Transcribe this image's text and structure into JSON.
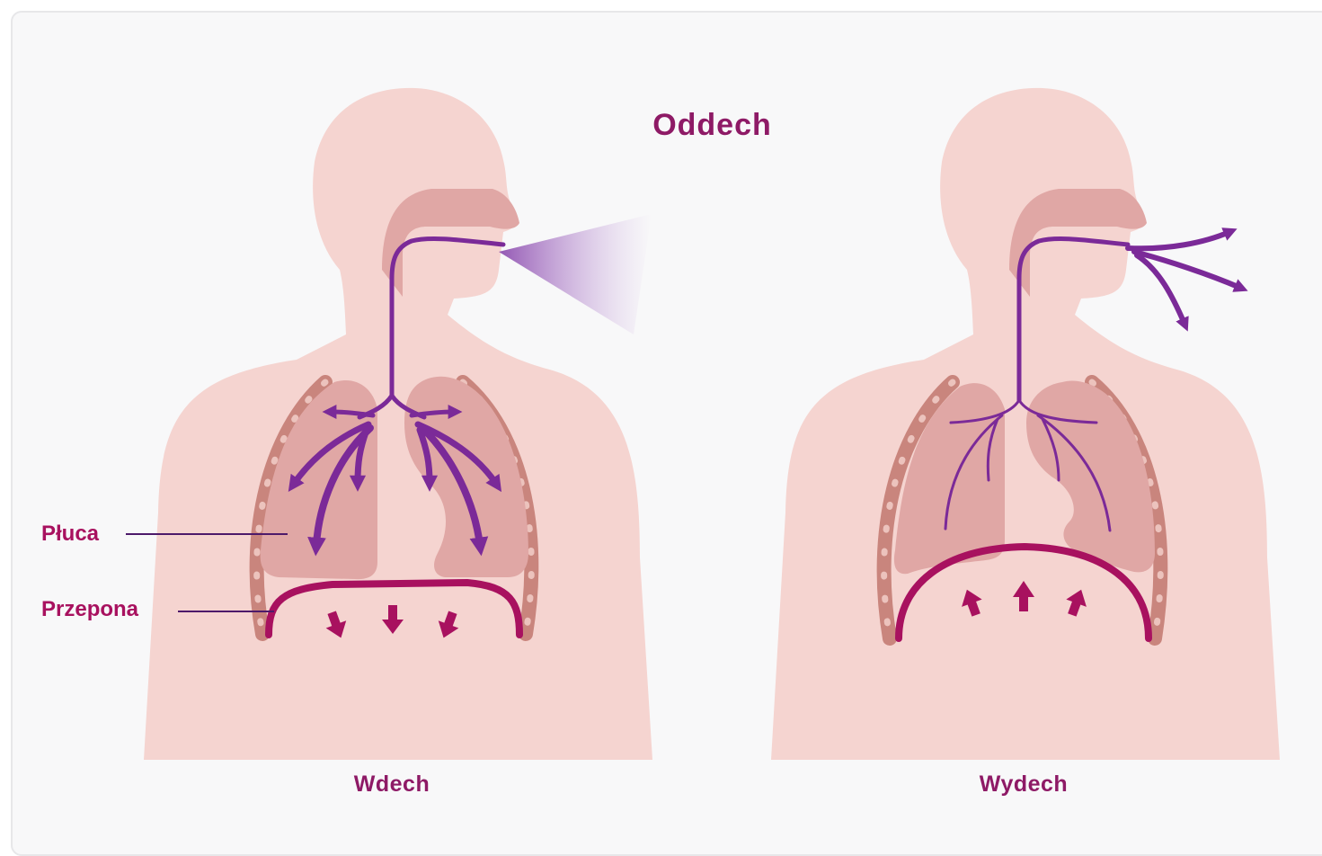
{
  "title": "Oddech",
  "inhale": {
    "caption": "Wdech"
  },
  "exhale": {
    "caption": "Wydech"
  },
  "labels": {
    "lungs": "Płuca",
    "diaphragm": "Przepona"
  },
  "colors": {
    "background": "#f8f8f9",
    "body": "#f5d4d0",
    "lungs": "#e0a7a5",
    "ribs": "#c9857d",
    "airway": "#7b2a98",
    "diaphragm": "#a8115f",
    "text": "#8e1a66"
  }
}
